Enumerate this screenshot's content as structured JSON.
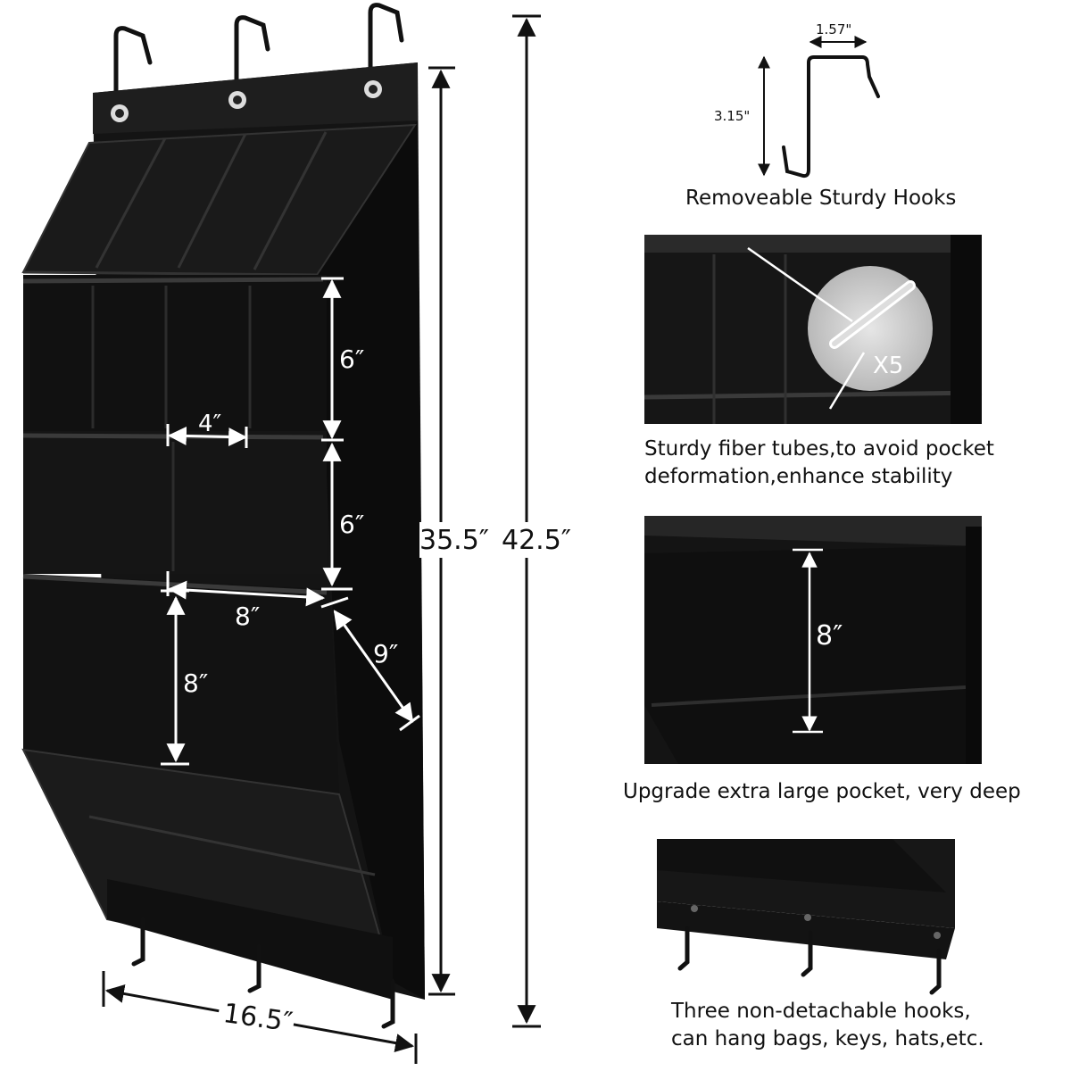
{
  "dimensions": {
    "pocket_height_top": "6″",
    "pocket_height_mid": "6″",
    "pocket_width_small": "4″",
    "pocket_width_large": "8″",
    "pocket_height_large": "8″",
    "pocket_depth": "9″",
    "body_height": "35.5″",
    "total_height": "42.5″",
    "total_width": "16.5″"
  },
  "hook_detail": {
    "width": "1.57\"",
    "height": "3.15\"",
    "caption": "Removeable Sturdy Hooks"
  },
  "tube_detail": {
    "count": "X5",
    "caption_line1": "Sturdy fiber tubes,to avoid pocket",
    "caption_line2": "deformation,enhance stability"
  },
  "pocket_detail": {
    "depth": "8″",
    "caption": "Upgrade extra large pocket, very deep"
  },
  "bottom_hooks_detail": {
    "caption_line1": "Three non-detachable hooks,",
    "caption_line2": "can hang bags, keys, hats,etc."
  },
  "colors": {
    "fabric": "#141414",
    "fabric_edge": "#2a2a2a",
    "background": "#ffffff"
  }
}
